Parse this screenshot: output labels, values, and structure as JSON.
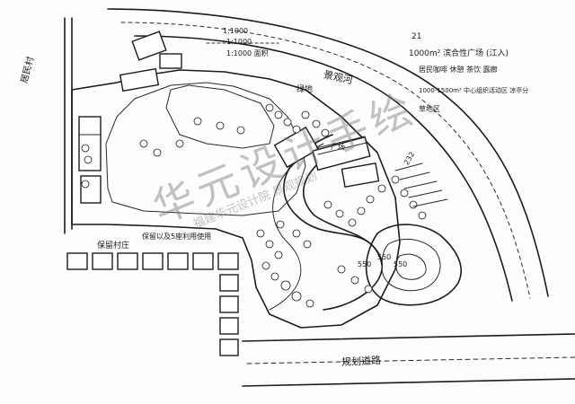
{
  "annotations": {
    "east_label": "景观河",
    "notes_line1": "1000m² 滨合性广场 (江入)",
    "notes_line2": "居民咖啡 休憩 茶饮 露廊",
    "notes_line3": "1000-1500m² 中心组织活动区 凉亭分",
    "notes_line4": "草地区",
    "scale_line1": "1:1000",
    "scale_line2": "1:1000",
    "scale_line3": "1:1000 面积",
    "village_left": "居民村",
    "village_bottom": "保留村庄",
    "parking_note": "保留以及5座利用使用",
    "road_bottom": "规划道路",
    "center_label": "绿地",
    "plaza_label": "广场",
    "num_1": "21",
    "num_2": "232",
    "mound_label_1": "550",
    "mound_label_2": "550",
    "mound_label_3": "550"
  },
  "watermark": {
    "main": "华元设计手绘",
    "sub": "福建华元设计院 景观规划"
  }
}
